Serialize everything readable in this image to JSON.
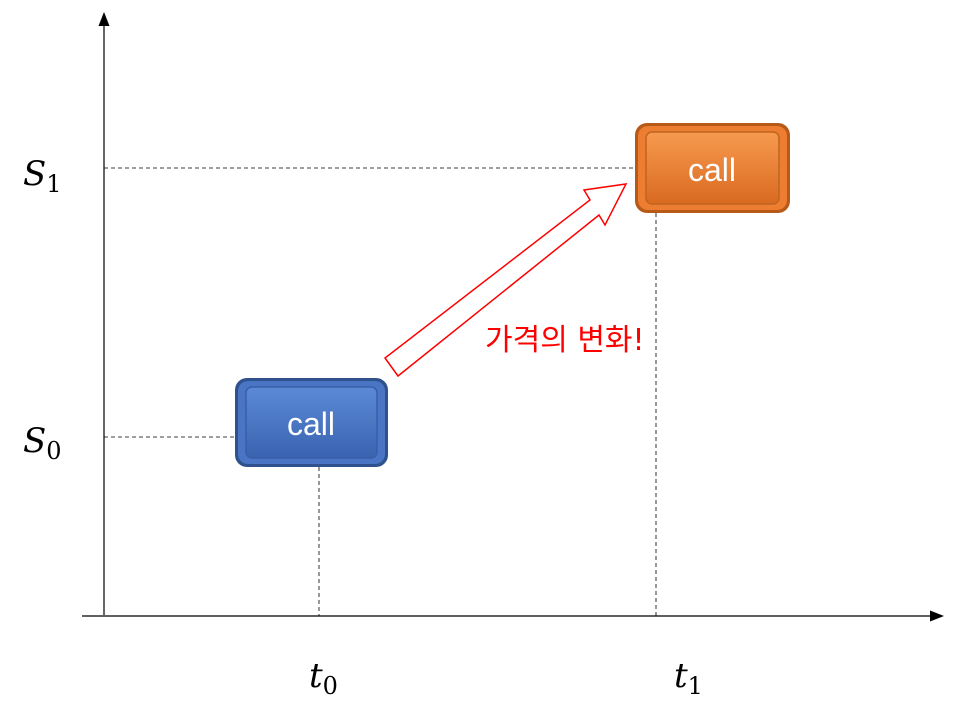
{
  "axes": {
    "y_labels": [
      {
        "var": "S",
        "sub": "1"
      },
      {
        "var": "S",
        "sub": "0"
      }
    ],
    "x_labels": [
      {
        "var": "t",
        "sub": "0"
      },
      {
        "var": "t",
        "sub": "1"
      }
    ]
  },
  "buttons": {
    "initial": {
      "label": "call",
      "color": "#4472C4"
    },
    "final": {
      "label": "call",
      "color": "#ED7D31"
    }
  },
  "arrow": {
    "label": "가격의 변화!",
    "color": "#FF0000"
  }
}
